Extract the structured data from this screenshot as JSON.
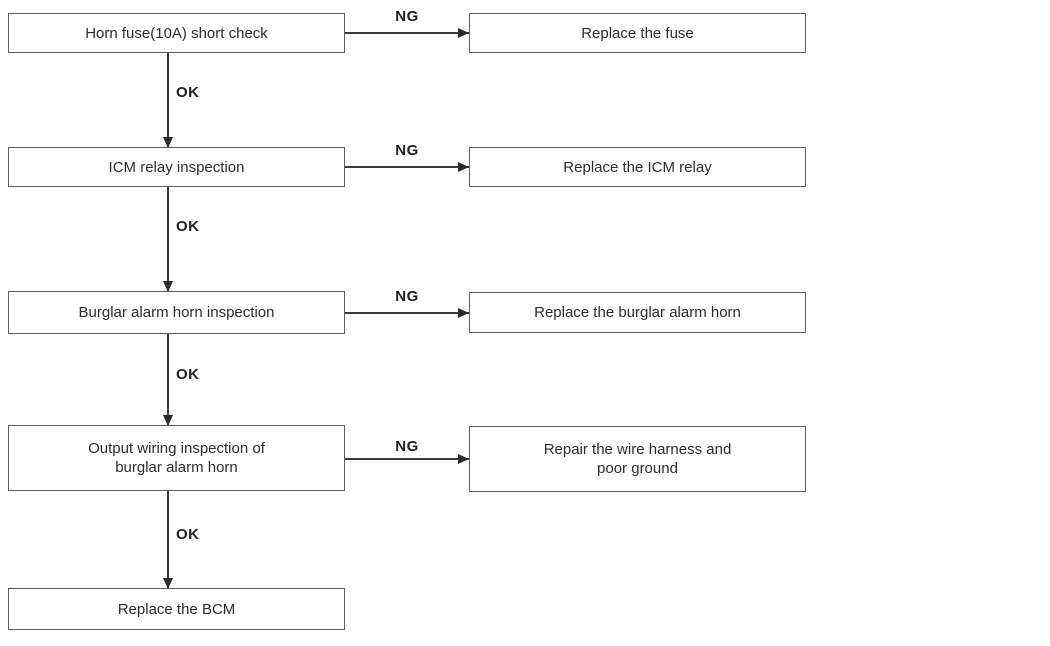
{
  "diagram": {
    "type": "troubleshooting-flowchart",
    "ok_label": "OK",
    "ng_label": "NG",
    "colors": {
      "background": "#ffffff",
      "box_border": "#5f5f5f",
      "text": "#2d2d2d",
      "arrow": "#2a2a2a"
    },
    "steps": [
      {
        "check": "Horn fuse(10A) short check",
        "ng_action": "Replace the fuse"
      },
      {
        "check": "ICM relay inspection",
        "ng_action": "Replace the ICM relay"
      },
      {
        "check": "Burglar alarm horn inspection",
        "ng_action": "Replace the burglar alarm horn"
      },
      {
        "check": "Output wiring inspection of\nburglar alarm horn",
        "ng_action": "Repair the wire harness and\npoor ground"
      }
    ],
    "final_action": "Replace the BCM"
  }
}
